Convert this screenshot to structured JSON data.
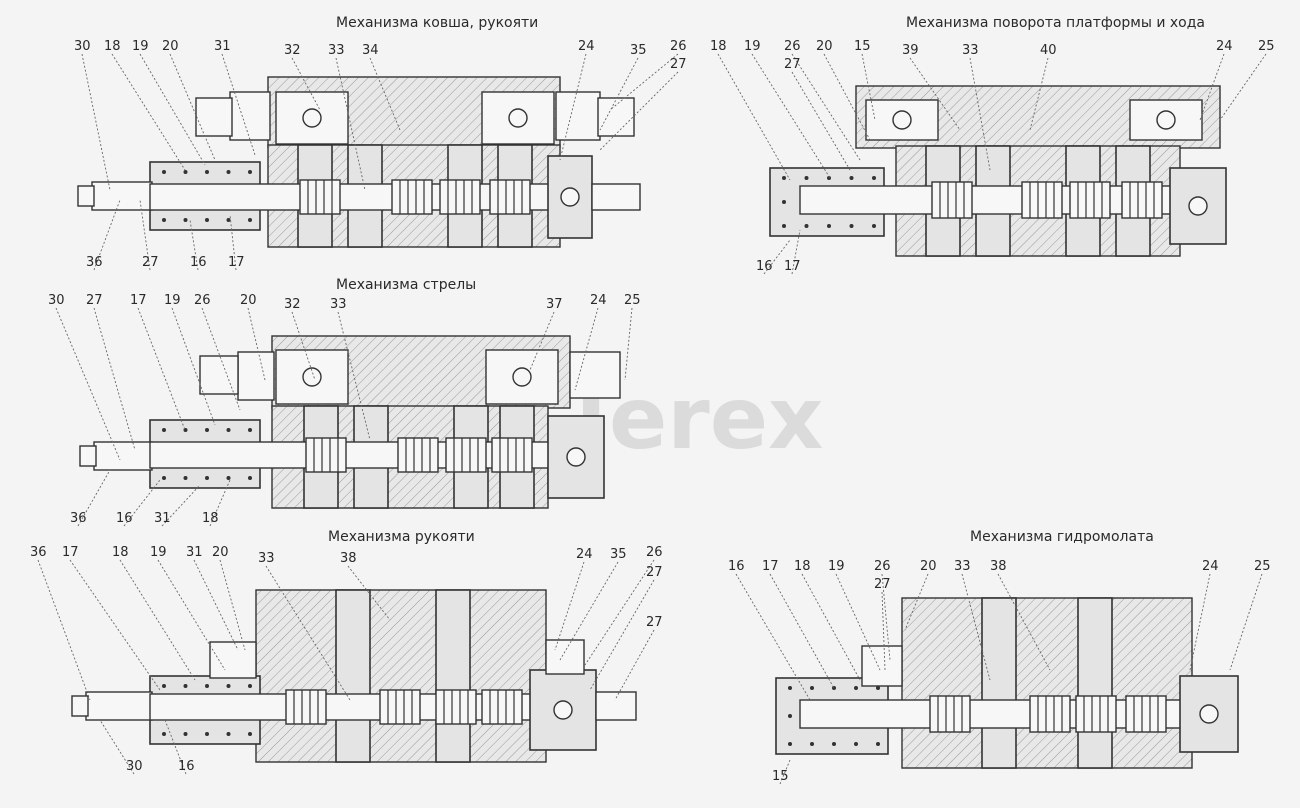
{
  "watermark": "RM Terex",
  "assemblies": [
    {
      "title": "Механизма ковша, рукояти",
      "callouts": [
        "30",
        "18",
        "19",
        "20",
        "31",
        "32",
        "33",
        "34",
        "24",
        "35",
        "26",
        "27",
        "36",
        "27",
        "16",
        "17"
      ]
    },
    {
      "title": "Механизма поворота платформы и хода",
      "callouts": [
        "18",
        "19",
        "26",
        "27",
        "20",
        "15",
        "39",
        "33",
        "40",
        "24",
        "25",
        "16",
        "17"
      ]
    },
    {
      "title": "Механизма стрелы",
      "callouts": [
        "30",
        "27",
        "17",
        "19",
        "26",
        "20",
        "32",
        "33",
        "37",
        "24",
        "25",
        "36",
        "16",
        "31",
        "18"
      ]
    },
    {
      "title": "Механизма рукояти",
      "callouts": [
        "36",
        "17",
        "18",
        "19",
        "31",
        "20",
        "33",
        "38",
        "24",
        "35",
        "26",
        "27",
        "27",
        "30",
        "16"
      ]
    },
    {
      "title": "Механизма гидромолата",
      "callouts": [
        "16",
        "17",
        "18",
        "19",
        "26",
        "27",
        "20",
        "33",
        "38",
        "24",
        "25",
        "15"
      ]
    }
  ]
}
